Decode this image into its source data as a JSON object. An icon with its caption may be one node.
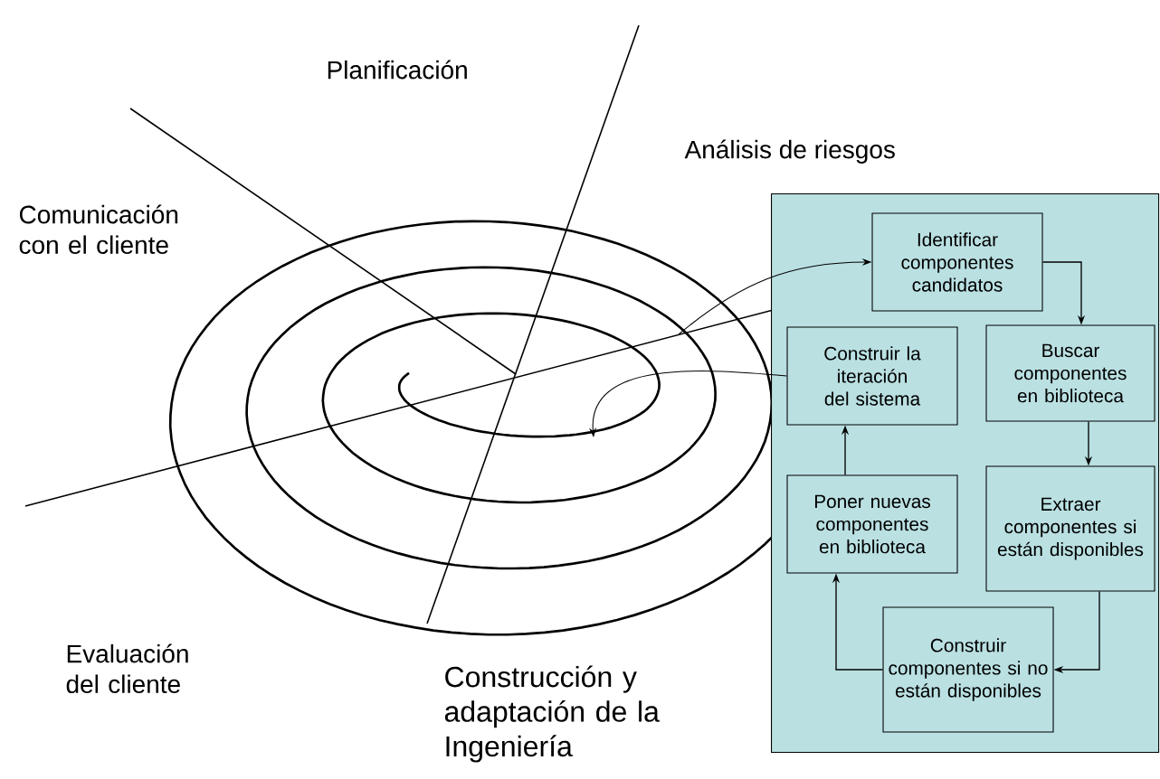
{
  "diagram": {
    "nodes": [
      {
        "text": [],
        "shape": "box"
      },
      {
        "text": [
          "Identificar componentes candidatos"
        ],
        "in": 0
      },
      {
        "text": [
          "Construir la iteración del sistema"
        ],
        "in": 0
      },
      {
        "text": [
          "Buscar componentes en biblioteca"
        ],
        "in": 0
      },
      {
        "text": [
          "Poner nuevas componentes en biblioteca"
        ],
        "in": 0
      },
      {
        "text": [
          "Extraer componentes si están disponibles"
        ],
        "in": 0
      },
      {
        "text": [
          "Construir componentes si no están disponibles"
        ],
        "in": 0
      }
    ],
    "edges": [
      {
        "from": 1,
        "to": 3,
        "arrow": "to"
      },
      {
        "from": 3,
        "to": 5,
        "arrow": "to"
      },
      {
        "from": 5,
        "to": 6,
        "arrow": "to"
      },
      {
        "from": 6,
        "to": 4,
        "arrow": "to"
      },
      {
        "from": 4,
        "to": 2,
        "arrow": "to"
      },
      {
        "from": null,
        "to": 1,
        "arrow": "to"
      },
      {
        "from": 2,
        "to": null,
        "arrow": "to"
      }
    ],
    "labels": [
      "Planificación",
      "Análisis de riesgos",
      "Comunicación con el cliente",
      "Evaluación del cliente",
      "Construcción y adaptación de la Ingeniería"
    ]
  }
}
